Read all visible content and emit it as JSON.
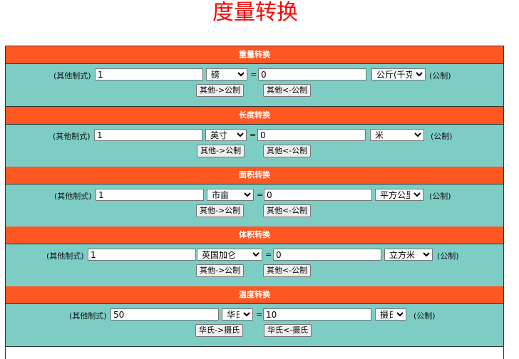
{
  "page": {
    "title": "度量转换"
  },
  "sections": [
    {
      "header": "重量转换",
      "left_label": "(其他制式)",
      "left_value": "1",
      "left_unit": "磅",
      "equals": "=",
      "right_value": "0",
      "right_unit": "公斤(千克)",
      "right_label": "(公制)",
      "btn_forward": "其他->公制",
      "btn_back": "其他<-公制"
    },
    {
      "header": "长度转换",
      "left_label": "(其他制式)",
      "left_value": "1",
      "left_unit": "英寸",
      "equals": "=",
      "right_value": "0",
      "right_unit": "米",
      "right_label": "(公制)",
      "btn_forward": "其他->公制",
      "btn_back": "其他<-公制"
    },
    {
      "header": "面积转换",
      "left_label": "(其他制式)",
      "left_value": "1",
      "left_unit": "市亩",
      "equals": "=",
      "right_value": "0",
      "right_unit": "平方公里",
      "right_label": "(公制)",
      "btn_forward": "其他->公制",
      "btn_back": "其他<-公制"
    },
    {
      "header": "体积转换",
      "left_label": "(其他制式)",
      "left_value": "1",
      "left_unit": "英国加仑",
      "equals": "=",
      "right_value": "0",
      "right_unit": "立方米",
      "right_label": "(公制)",
      "btn_forward": "其他->公制",
      "btn_back": "其他<-公制"
    },
    {
      "header": "温度转换",
      "left_label": "(其他制式)",
      "left_value": "50",
      "left_unit": "华氏",
      "equals": "=",
      "right_value": "10",
      "right_unit": "摄氏",
      "right_label": "(公制)",
      "btn_forward": "华氏->摄氏",
      "btn_back": "华氏<-摄氏"
    }
  ],
  "colors": {
    "title": "#ff0000",
    "section_header": "#ff5722",
    "section_body": "#7dcdc5"
  }
}
